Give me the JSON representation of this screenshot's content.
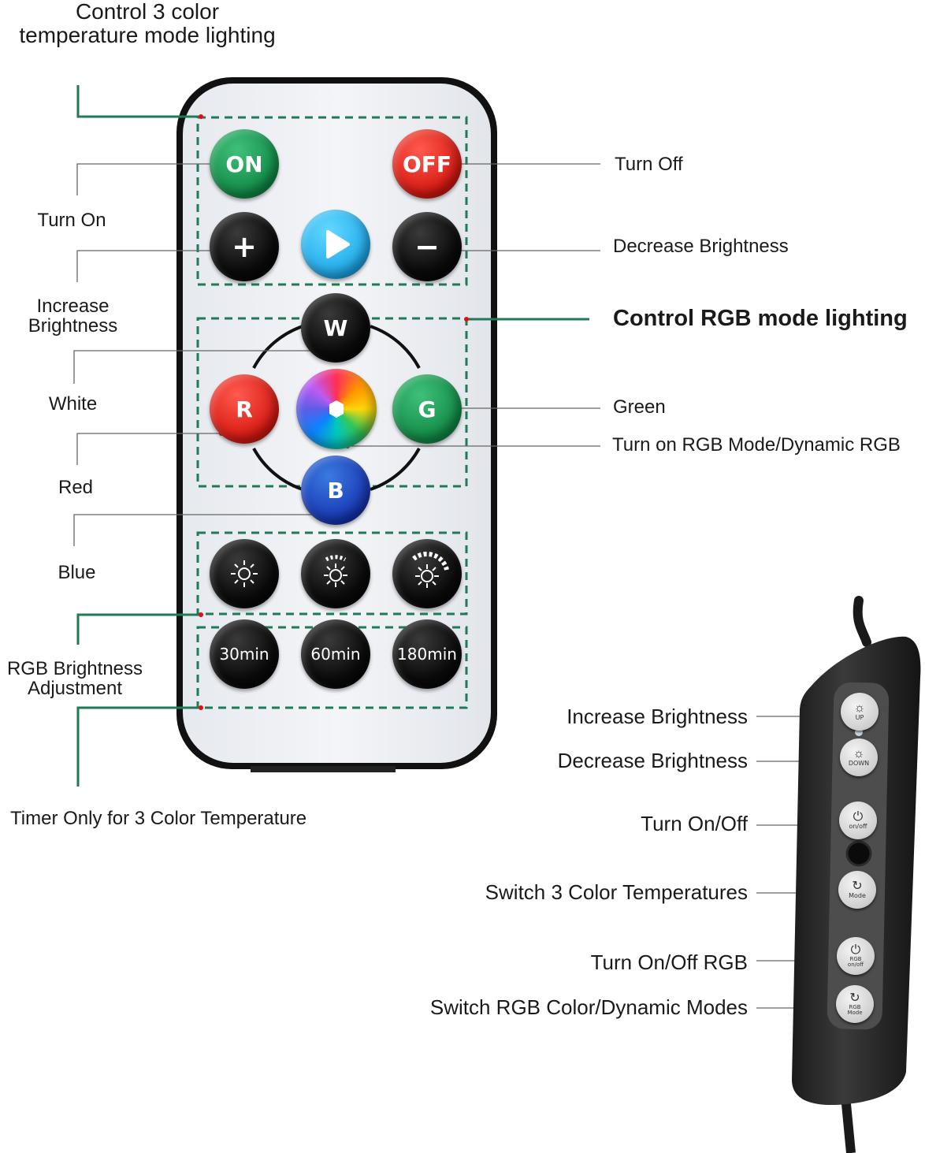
{
  "title": "Control 3 color\ntemperature mode lighting",
  "rgb_title": "Control RGB mode lighting",
  "remote": {
    "on_label": "ON",
    "off_label": "OFF",
    "plus_label": "+",
    "minus_label": "−",
    "w_label": "W",
    "r_label": "R",
    "g_label": "G",
    "b_label": "B",
    "timer_30": "30min",
    "timer_60": "60min",
    "timer_180": "180min"
  },
  "left_labels": {
    "turn_on": "Turn On",
    "increase_brightness": "Increase\nBrightness",
    "white": "White",
    "red": "Red",
    "blue": "Blue",
    "rgb_brightness": "RGB Brightness\nAdjustment",
    "timer": "Timer Only for 3 Color Temperature"
  },
  "right_labels": {
    "turn_off": "Turn Off",
    "decrease_brightness": "Decrease Brightness",
    "green": "Green",
    "rgb_mode": "Turn on RGB Mode/Dynamic RGB"
  },
  "controller_labels": {
    "increase_brightness": "Increase Brightness",
    "decrease_brightness": "Decrease Brightness",
    "turn_on_off": "Turn On/Off",
    "switch_temps": "Switch 3 Color Temperatures",
    "turn_on_off_rgb": "Turn On/Off RGB",
    "switch_rgb": "Switch RGB Color/Dynamic Modes"
  },
  "controller_buttons": {
    "up": "UP",
    "down": "DOWN",
    "onoff": "on/off",
    "mode": "Mode",
    "rgb_onoff": "RGB on/off",
    "rgb_mode": "RGB Mode"
  },
  "colors": {
    "guide_green": "#1f7a55",
    "leader_gray": "#666666",
    "dot_red": "#e01010"
  }
}
